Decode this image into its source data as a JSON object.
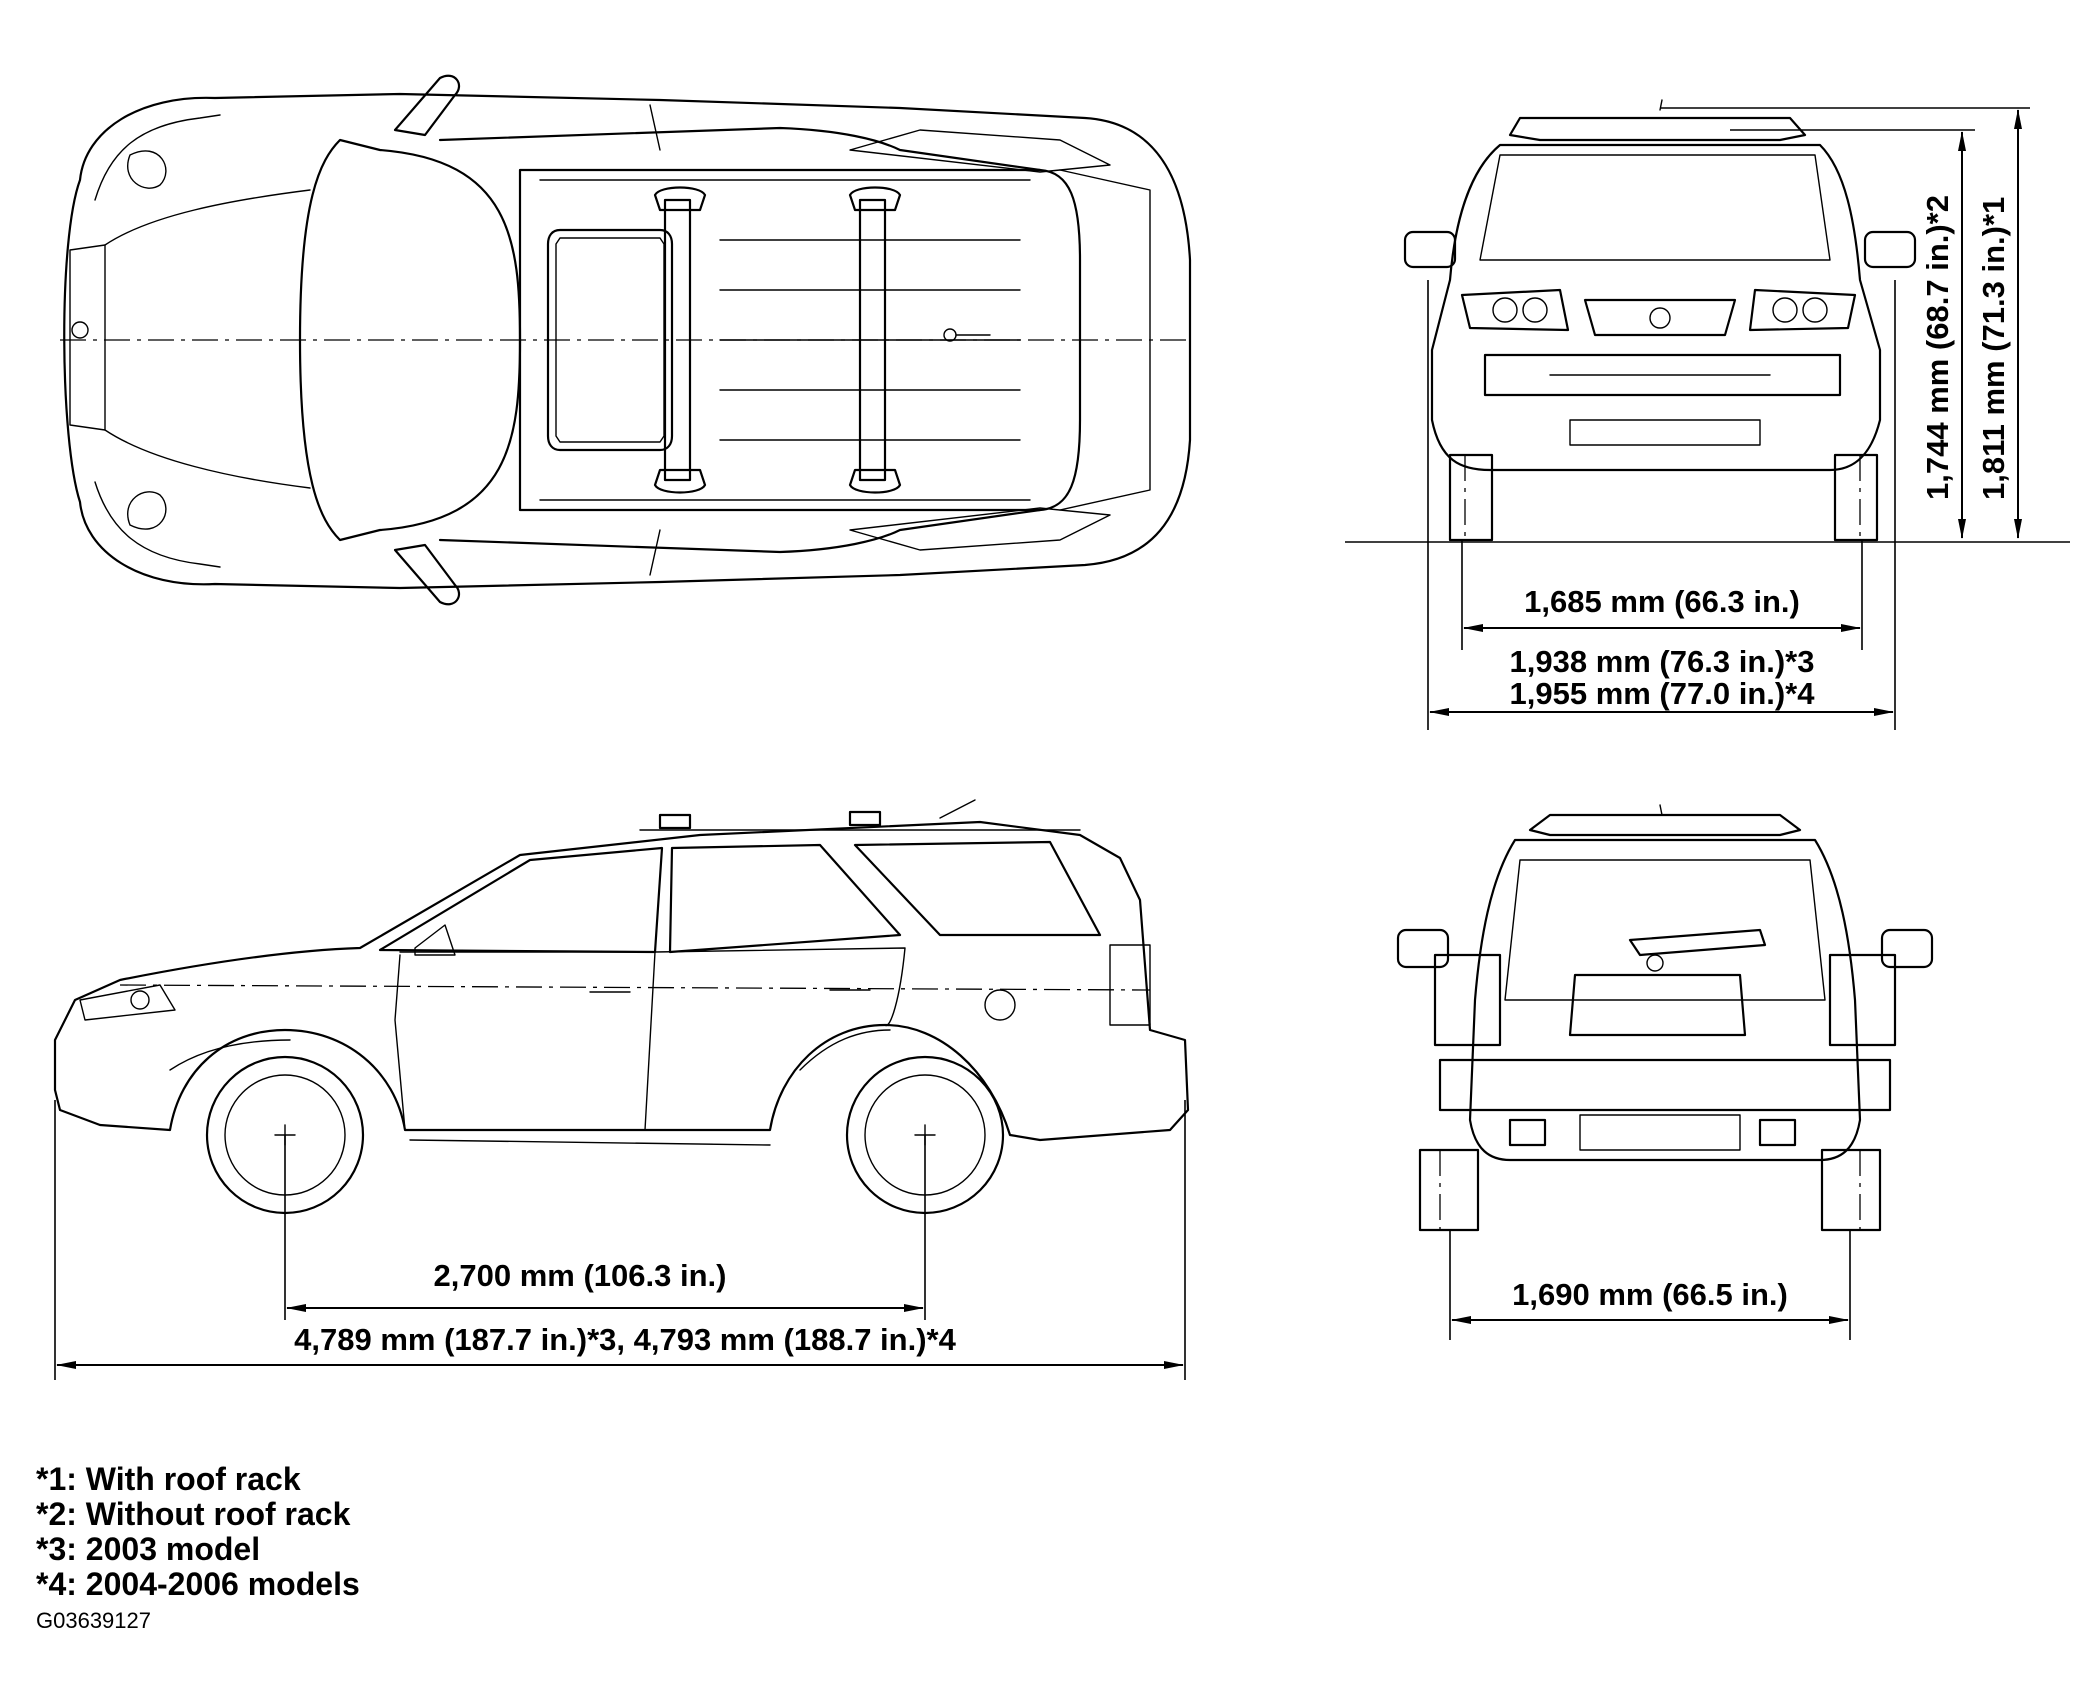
{
  "dimensions": {
    "height_without_rack": "1,744 mm (68.7 in.)*2",
    "height_with_rack": "1,811 mm (71.3 in.)*1",
    "front_track": "1,685 mm (66.3 in.)",
    "width_2003": "1,938 mm (76.3 in.)*3",
    "width_2004_2006": "1,955 mm (77.0 in.)*4",
    "wheelbase": "2,700 mm (106.3 in.)",
    "overall_length": "4,789 mm (187.7 in.)*3, 4,793 mm (188.7 in.)*4",
    "rear_track": "1,690 mm (66.5 in.)"
  },
  "notes": [
    "*1: With roof rack",
    "*2: Without roof rack",
    "*3: 2003 model",
    "*4: 2004-2006 models"
  ],
  "figure_code": "G03639127"
}
